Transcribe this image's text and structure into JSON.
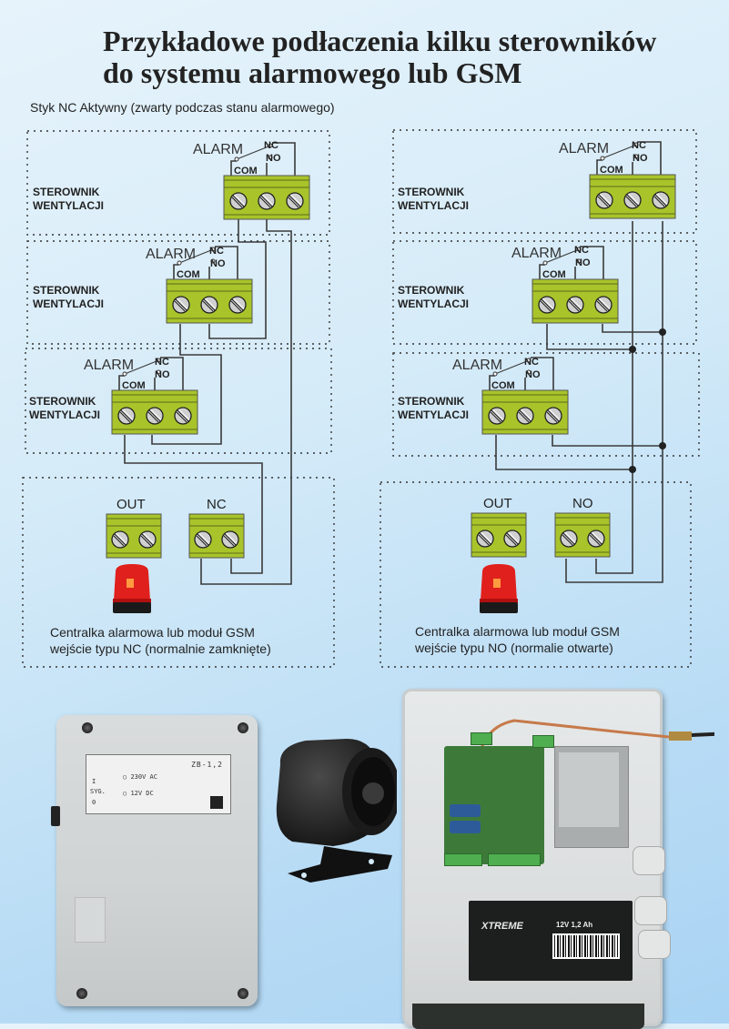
{
  "title": {
    "line1": "Przykładowe podłaczenia kilku sterowników",
    "line2": "do systemu alarmowego lub GSM"
  },
  "subtitle": "Styk NC Aktywny (zwarty podczas stanu alarmowego)",
  "colors": {
    "terminal_green": "#a8c42a",
    "wire": "#3a3a3a",
    "background": "#d5ebf8"
  },
  "controller": {
    "label_line1": "STEROWNIK",
    "label_line2": "WENTYLACJI",
    "relay_label": "ALARM",
    "contact_nc": "NC",
    "contact_no": "NO",
    "contact_com": "COM"
  },
  "left_diagram": {
    "controllers_count": 3,
    "out_label": "OUT",
    "input_label": "NC",
    "central_line1": "Centralka alarmowa lub moduł GSM",
    "central_line2": "wejście typu NC (normalnie zamknięte)"
  },
  "right_diagram": {
    "controllers_count": 3,
    "out_label": "OUT",
    "input_label": "NO",
    "central_line1": "Centralka alarmowa lub moduł GSM",
    "central_line2": "wejście typu NO (normalie otwarte)"
  },
  "photos": {
    "zb_box": {
      "model": "ZB-1,2",
      "led1": "230V AC",
      "led2": "12V DC",
      "switch_on": "I",
      "switch_label": "SYG.",
      "switch_off": "0"
    },
    "battery": {
      "brand": "XTREME",
      "spec": "12V 1,2 Ah"
    }
  }
}
